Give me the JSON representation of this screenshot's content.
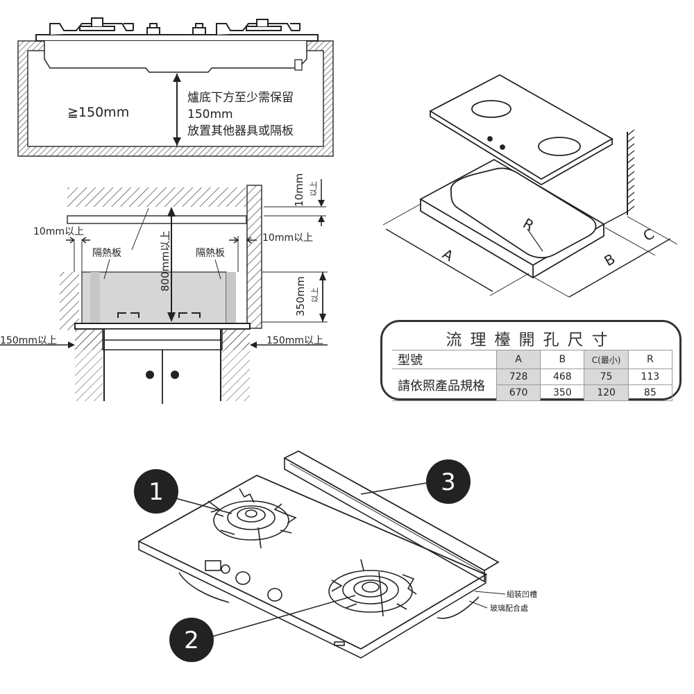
{
  "install_top": {
    "min_clearance": "≧150mm",
    "note_lines": [
      "爐底下方至少需保留",
      "150mm",
      "放置其他器具或隔板"
    ]
  },
  "cabinet": {
    "top_gap": "10mm",
    "top_gap_suffix": "以上",
    "left_gap": "10mm以上",
    "right_gap": "10mm以上",
    "shield_left": "隔熱板",
    "shield_right": "隔熱板",
    "height": "800mm以上",
    "shield_height": "350mm",
    "shield_height_suffix": "以上",
    "side_left": "150mm以上",
    "side_right": "150mm以上"
  },
  "cutout_labels": {
    "r": "R",
    "a": "A",
    "b": "B",
    "c": "C"
  },
  "spec_table": {
    "title": "流理檯開孔尺寸",
    "model_label": "型號",
    "spec_label": "請依照產品規格",
    "headers": [
      "A",
      "B",
      "C(最小)",
      "R"
    ],
    "rows": [
      [
        "728",
        "468",
        "75",
        "113"
      ],
      [
        "670",
        "350",
        "120",
        "85"
      ]
    ]
  },
  "hob": {
    "callouts": [
      "1",
      "2",
      "3"
    ],
    "assembly_note_1": "組裝凹槽",
    "assembly_note_2": "玻璃配合處"
  }
}
